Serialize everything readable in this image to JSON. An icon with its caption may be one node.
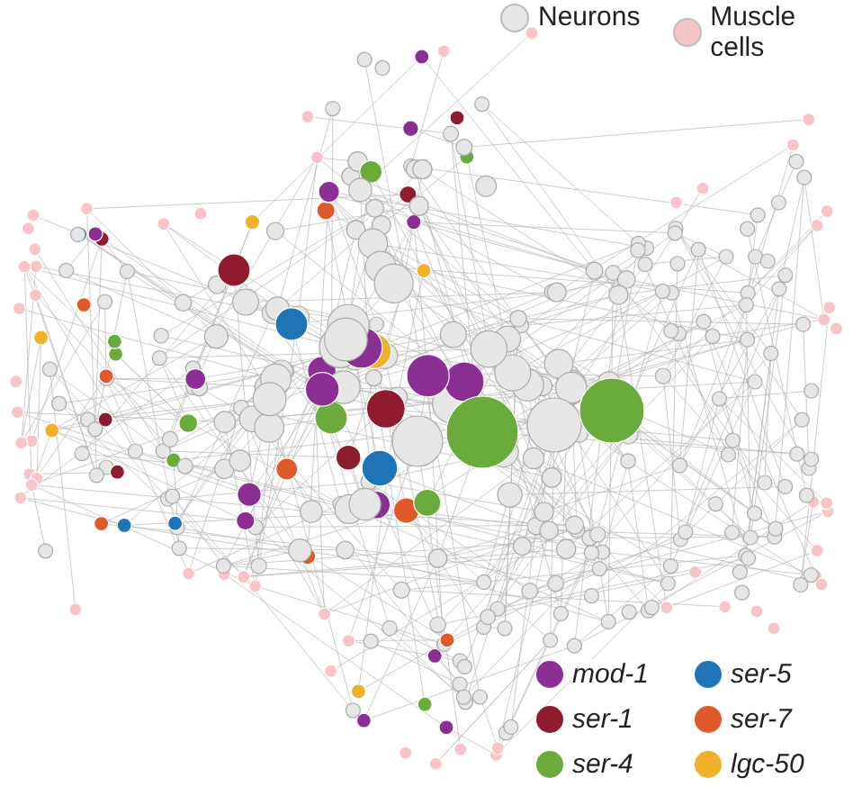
{
  "diagram": {
    "legend": [
      {
        "text": "Neurons",
        "color": "#e6e6e6"
      },
      {
        "text": "Muscle cells",
        "color": "#f7c4c8"
      },
      {
        "text": "mod-1",
        "color": "#8b2f95"
      },
      {
        "text": "ser-5",
        "color": "#1f73b7"
      },
      {
        "text": "ser-1",
        "color": "#8e1b2e"
      },
      {
        "text": "ser-7",
        "color": "#e0592a"
      },
      {
        "text": "ser-4",
        "color": "#6aab3c"
      },
      {
        "text": "lgc-50",
        "color": "#efb02a"
      }
    ]
  }
}
